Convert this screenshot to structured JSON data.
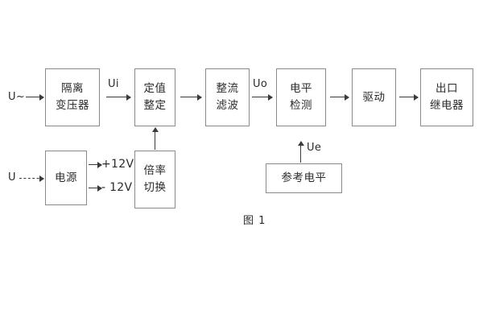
{
  "figure": {
    "caption": "图 1",
    "line_color": "#8a8a8a",
    "arrow_color": "#3a3a3a",
    "text_color": "#2b2b2b",
    "background": "#ffffff"
  },
  "signal_chain": {
    "input_label": "U~",
    "blocks": [
      {
        "id": "isolation-transformer",
        "line1": "隔离",
        "line2": "变压器"
      },
      {
        "id": "setting-value",
        "line1": "定值",
        "line2": "整定"
      },
      {
        "id": "rectify-filter",
        "line1": "整流",
        "line2": "滤波"
      },
      {
        "id": "level-detection",
        "line1": "电平",
        "line2": "检测"
      },
      {
        "id": "drive",
        "line1": "驱动",
        "line2": ""
      },
      {
        "id": "output-relay",
        "line1": "出口",
        "line2": "继电器"
      }
    ],
    "signals": [
      {
        "id": "ui",
        "label": "Ui"
      },
      {
        "id": "uo",
        "label": "Uo"
      },
      {
        "id": "ue",
        "label": "Ue"
      }
    ]
  },
  "power_chain": {
    "input_label": "U",
    "input_dc_mark": "–",
    "blocks": [
      {
        "id": "power-supply",
        "line1": "电源",
        "line2": ""
      },
      {
        "id": "multiplier-switch",
        "line1": "倍率",
        "line2": "切换"
      }
    ],
    "rails": [
      {
        "id": "rail-positive",
        "label": "+12V"
      },
      {
        "id": "rail-negative",
        "label": "- 12V"
      }
    ]
  },
  "reference": {
    "block": {
      "id": "reference-level",
      "line1": "参考电平",
      "line2": ""
    }
  }
}
